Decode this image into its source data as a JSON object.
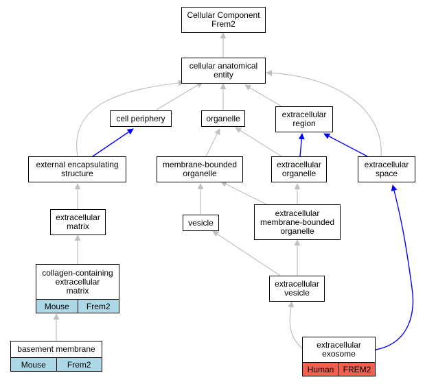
{
  "nodes": {
    "root": {
      "lines": [
        "Cellular Component",
        "Frem2"
      ]
    },
    "cae": {
      "lines": [
        "cellular anatomical",
        "entity"
      ]
    },
    "cell_periphery": {
      "lines": [
        "cell periphery"
      ]
    },
    "organelle": {
      "lines": [
        "organelle"
      ]
    },
    "ec_region": {
      "lines": [
        "extracellular",
        "region"
      ]
    },
    "ext_encap": {
      "lines": [
        "external encapsulating",
        "structure"
      ]
    },
    "mem_bound": {
      "lines": [
        "membrane-bounded",
        "organelle"
      ]
    },
    "ec_organelle": {
      "lines": [
        "extracellular",
        "organelle"
      ]
    },
    "ec_space": {
      "lines": [
        "extracellular",
        "space"
      ]
    },
    "ec_matrix": {
      "lines": [
        "extracellular",
        "matrix"
      ]
    },
    "vesicle": {
      "lines": [
        "vesicle"
      ]
    },
    "ec_mem_bound": {
      "lines": [
        "extracellular",
        "membrane-bounded",
        "organelle"
      ]
    },
    "collagen": {
      "lines": [
        "collagen-containing",
        "extracellular",
        "matrix"
      ],
      "annotation": {
        "species": "Mouse",
        "gene": "Frem2",
        "color": "#add8e6"
      }
    },
    "ec_vesicle": {
      "lines": [
        "extracellular",
        "vesicle"
      ]
    },
    "basement": {
      "lines": [
        "basement membrane"
      ],
      "annotation": {
        "species": "Mouse",
        "gene": "Frem2",
        "color": "#add8e6"
      }
    },
    "exosome": {
      "lines": [
        "extracellular",
        "exosome"
      ],
      "annotation": {
        "species": "Human",
        "gene": "FREM2",
        "color": "#f0604d"
      }
    }
  },
  "colors": {
    "edge_is_a": "#c0c0c0",
    "edge_part_of": "#0000ff"
  }
}
